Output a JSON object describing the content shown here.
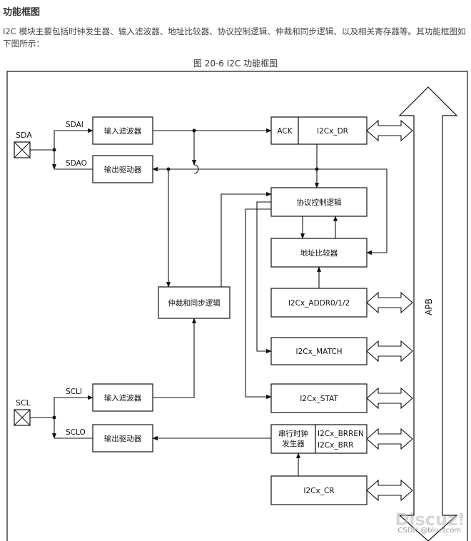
{
  "heading": "功能框图",
  "intro": "I2C 模块主要包括时钟发生器、输入滤波器、地址比较器、协议控制逻辑、仲裁和同步逻辑、以及相关寄存器等。其功能框图如下图所示：",
  "figure_title": "图 20-6    I2C 功能框图",
  "pins": {
    "sda": "SDA",
    "scl": "SCL"
  },
  "signals": {
    "sdai": "SDAI",
    "sdao": "SDAO",
    "scli": "SCLI",
    "sclo": "SCLO"
  },
  "blocks": {
    "sda_input_filter": "输入滤波器",
    "sda_output_driver": "输出驱动器",
    "scl_input_filter": "输入滤波器",
    "scl_output_driver": "输出驱动器",
    "arbitration_sync": "仲裁和同步逻辑",
    "ack": "ACK",
    "dr": "I2Cx_DR",
    "protocol_control": "协议控制逻辑",
    "address_comparator": "地址比较器",
    "addr_reg": "I2Cx_ADDR0/1/2",
    "match_reg": "I2Cx_MATCH",
    "stat_reg": "I2Cx_STAT",
    "clock_gen_line1": "串行时钟",
    "clock_gen_line2": "发生器",
    "brren": "I2Cx_BRREN",
    "brr": "I2Cx_BRR",
    "cr": "I2Cx_CR"
  },
  "bus_label": "APB",
  "watermark": {
    "logo": "Discuz!",
    "caption": "CSDN @bluetcom"
  }
}
